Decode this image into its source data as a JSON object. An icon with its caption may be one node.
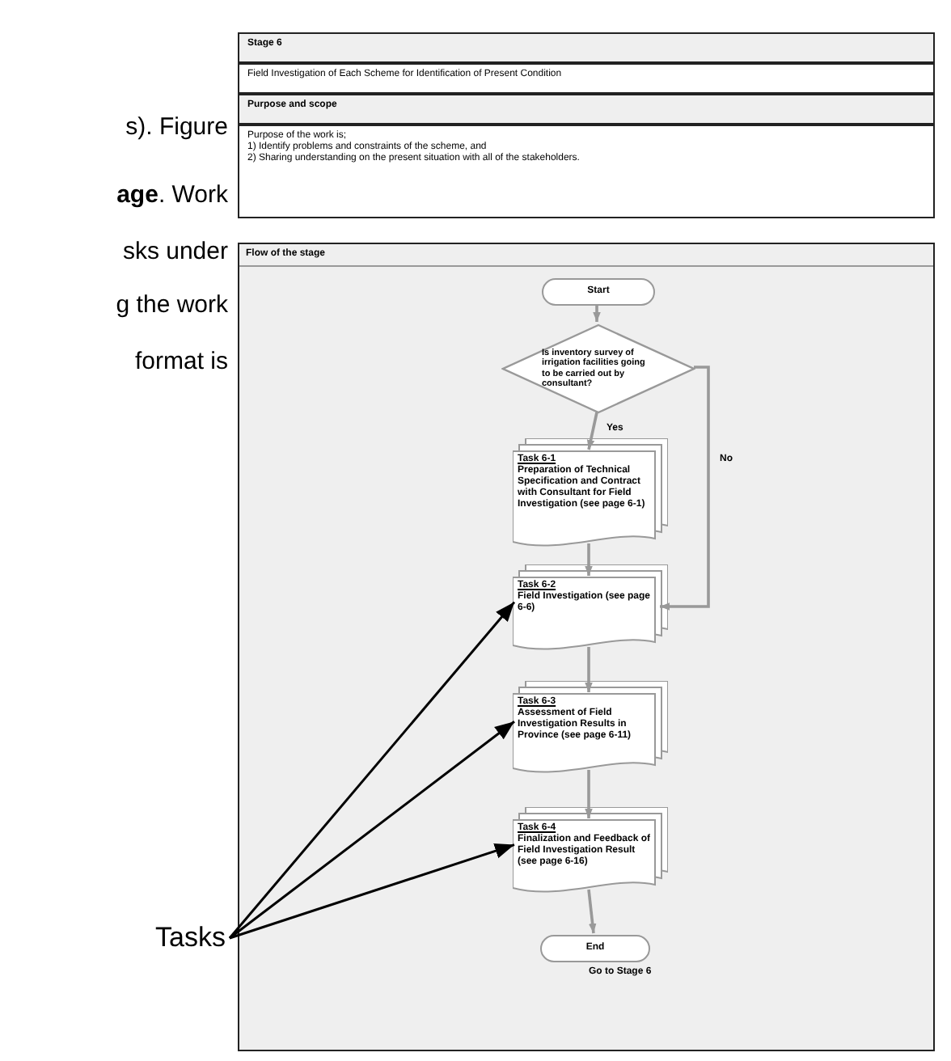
{
  "diagram": {
    "nodes": [
      {
        "text": [
          "Stage 6"
        ]
      },
      {
        "text": [
          "Field Investigation of Each Scheme for Identification of Present Condition"
        ]
      },
      {
        "text": [
          "Purpose and scope"
        ]
      },
      {
        "text": [
          "Purpose of the work is;",
          "1) Identify problems and constraints of the scheme, and",
          "2) Sharing understanding on the present situation with all of the stakeholders."
        ]
      },
      {
        "text": [
          "Flow of the stage"
        ]
      },
      {
        "text": [
          "Start"
        ],
        "in": 4
      },
      {
        "text": [
          "Is inventory survey of irrigation facilities going to be carried out by consultant?"
        ],
        "in": 4
      },
      {
        "text": [
          "Task 6-1",
          "Preparation of Technical Specification and Contract with Consultant for Field Investigation (see page 6-1)"
        ],
        "in": 4
      },
      {
        "text": [
          "Task 6-2",
          "Field Investigation (see page 6-6)"
        ],
        "in": 4
      },
      {
        "text": [
          "Task 6-3",
          "Assessment of Field Investigation Results in Province (see page 6-11)"
        ],
        "in": 4
      },
      {
        "text": [
          "Task 6-4",
          "Finalization and Feedback of Field Investigation Result (see page 6-16)"
        ],
        "in": 4
      },
      {
        "text": [
          "End"
        ],
        "in": 4,
        "beside": [
          "Go to Stage 6"
        ]
      },
      {
        "text": [
          "Tasks"
        ]
      }
    ],
    "edges": [
      {
        "from": 5,
        "to": 6,
        "arrow": "to"
      },
      {
        "from": 6,
        "to": 7,
        "arrow": "to",
        "label": "Yes"
      },
      {
        "from": 6,
        "to": 8,
        "arrow": "to",
        "label": "No"
      },
      {
        "from": 7,
        "to": 8,
        "arrow": "to"
      },
      {
        "from": 8,
        "to": 9,
        "arrow": "to"
      },
      {
        "from": 9,
        "to": 10,
        "arrow": "to"
      },
      {
        "from": 10,
        "to": 11,
        "arrow": "to"
      },
      {
        "from": 12,
        "to": 8,
        "arrow": "to",
        "color": "#000000"
      },
      {
        "from": 12,
        "to": 9,
        "arrow": "to",
        "color": "#000000"
      },
      {
        "from": 12,
        "to": 10,
        "arrow": "to",
        "color": "#000000"
      }
    ],
    "labels": [
      "s).  Figure",
      "**age**. Work",
      "sks under",
      "g the work",
      "format is"
    ]
  }
}
